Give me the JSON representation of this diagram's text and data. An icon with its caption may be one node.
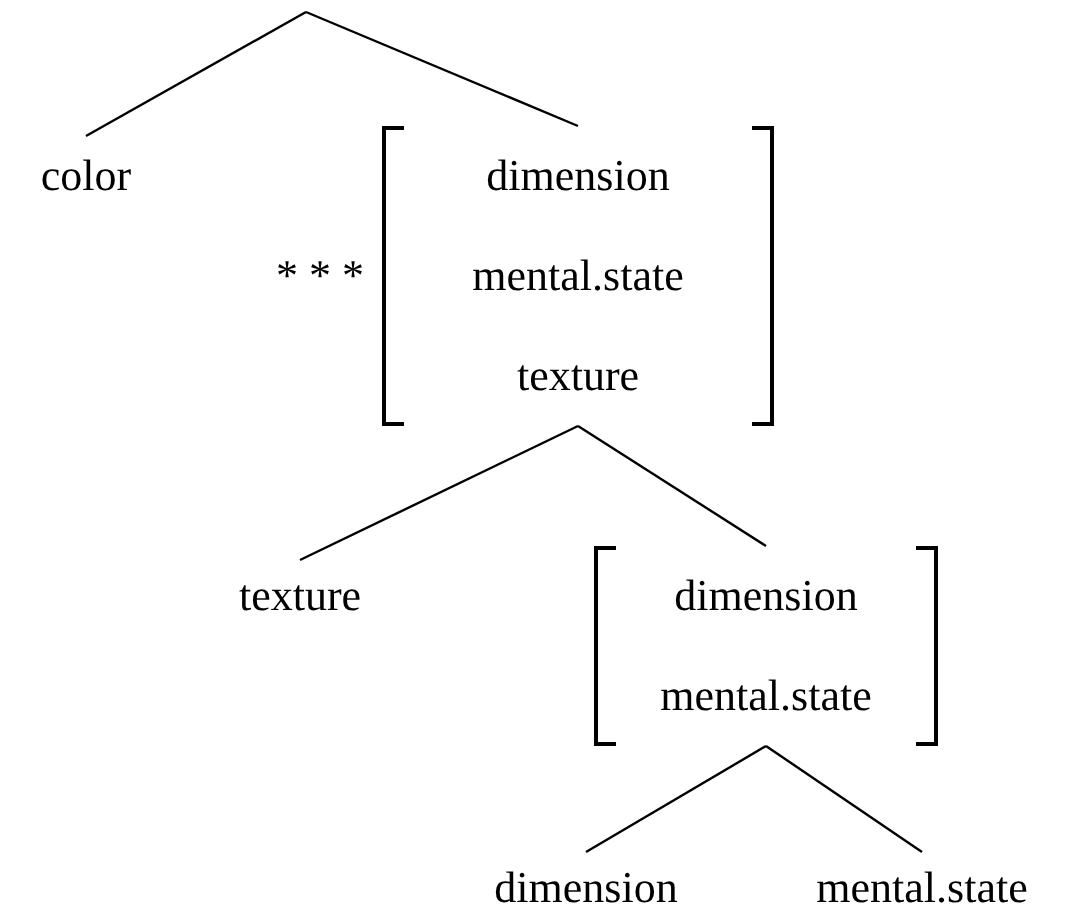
{
  "diagram": {
    "nodes": [
      {
        "text": [
          "color"
        ]
      },
      {
        "text": [
          "dimension",
          "mental.state",
          "texture"
        ],
        "beside": [
          "* * *"
        ]
      },
      {
        "text": [
          "texture"
        ]
      },
      {
        "text": [
          "dimension",
          "mental.state"
        ]
      },
      {
        "text": [
          "dimension"
        ]
      },
      {
        "text": [
          "mental.state"
        ]
      }
    ],
    "edges": [
      {
        "from": null,
        "to": 0,
        "arrow": "none"
      },
      {
        "from": null,
        "to": 1,
        "arrow": "none"
      },
      {
        "from": 1,
        "to": 2,
        "arrow": "none"
      },
      {
        "from": 1,
        "to": 3,
        "arrow": "none"
      },
      {
        "from": 3,
        "to": 4,
        "arrow": "none"
      },
      {
        "from": 3,
        "to": 5,
        "arrow": "none"
      }
    ]
  }
}
